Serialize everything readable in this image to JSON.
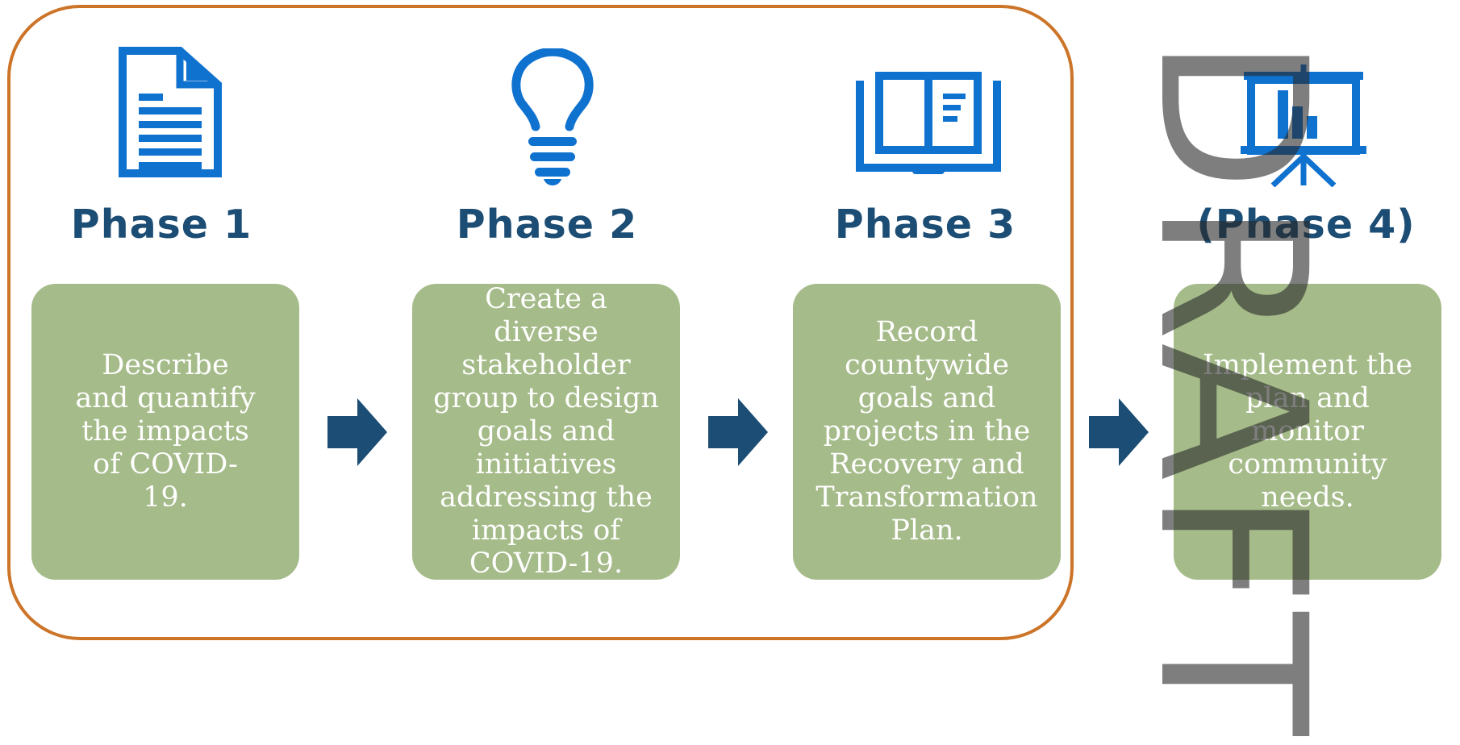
{
  "phases": [
    {
      "title": "Phase 1",
      "icon": "document-icon",
      "description": "Describe and quantify the impacts of COVID-19."
    },
    {
      "title": "Phase 2",
      "icon": "lightbulb-icon",
      "description": "Create a diverse stakeholder group to design goals and initiatives addressing the impacts of COVID-19."
    },
    {
      "title": "Phase 3",
      "icon": "open-book-icon",
      "description": "Record countywide goals and projects in the Recovery and Transformation Plan."
    },
    {
      "title": "(Phase 4)",
      "icon": "presentation-board-icon",
      "description": "Implement the plan and monitor community needs."
    }
  ],
  "watermark": "DRAFT",
  "colors": {
    "frame_border": "#CC7428",
    "icon": "#1072CF",
    "phase_title": "#1C4D74",
    "box_fill": "#A5BB89",
    "box_text": "#FFFFFF",
    "arrow": "#1C4D74"
  }
}
